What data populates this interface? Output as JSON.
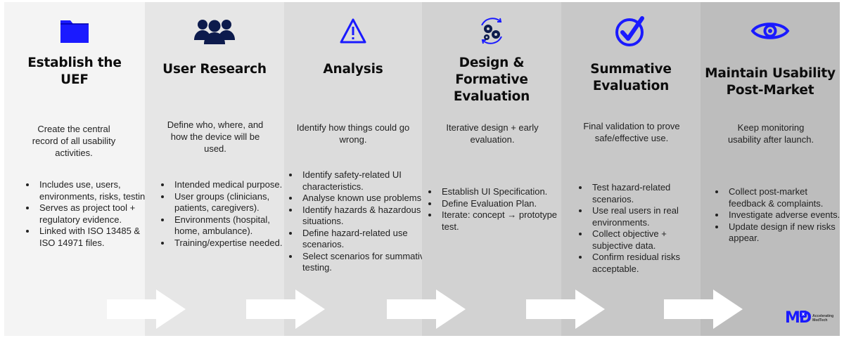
{
  "colors": {
    "icon_blue": "#1a1aff",
    "col_bgs": [
      "#f4f4f4",
      "#e6e6e6",
      "#dcdcdc",
      "#d2d2d2",
      "#c8c8c8",
      "#bdbdbd"
    ],
    "arrow": "#ffffff"
  },
  "steps": [
    {
      "icon": "folder-icon",
      "title_lines": [
        "Establish the",
        "UEF"
      ],
      "description": "Create the central record of all usability activities.",
      "bullets": [
        "Includes use, users, environments, risks, testing.",
        "Serves as project tool + regulatory evidence.",
        "Linked with ISO 13485 & ISO 14971 files."
      ]
    },
    {
      "icon": "users-icon",
      "title_lines": [
        "User Research"
      ],
      "description": "Define who, where, and how the device will be used.",
      "bullets": [
        "Intended medical purpose.",
        "User groups (clinicians, patients, caregivers).",
        "Environments (hospital, home, ambulance).",
        "Training/expertise needed."
      ]
    },
    {
      "icon": "warning-icon",
      "title_lines": [
        "Analysis"
      ],
      "description": "Identify how things could go wrong.",
      "bullets": [
        "Identify safety-related UI characteristics.",
        "Analyse known use problems.",
        "Identify hazards & hazardous situations.",
        "Define hazard-related use scenarios.",
        "Select scenarios for summative testing."
      ]
    },
    {
      "icon": "gears-cycle-icon",
      "title_lines": [
        "Design &",
        "Formative",
        "Evaluation"
      ],
      "description": "Iterative design + early evaluation.",
      "bullets": [
        "Establish UI Specification.",
        "Define Evaluation Plan.",
        "Iterate: concept → prototype → test."
      ]
    },
    {
      "icon": "check-circle-icon",
      "title_lines": [
        "Summative",
        "Evaluation"
      ],
      "description": "Final validation to prove safe/effective use.",
      "bullets": [
        "Test hazard-related scenarios.",
        "Use real users in real environments.",
        "Collect objective + subjective data.",
        "Confirm residual risks acceptable."
      ]
    },
    {
      "icon": "eye-icon",
      "title_lines": [
        "Maintain Usability",
        "Post-Market"
      ],
      "description": "Keep monitoring usability after launch.",
      "bullets": [
        "Collect post-market feedback & complaints.",
        "Investigate adverse events.",
        "Update design if new risks appear."
      ]
    }
  ],
  "logo": {
    "mark": "MD",
    "badge": "x",
    "tagline_lines": [
      "Accelerating",
      "MedTech"
    ]
  }
}
